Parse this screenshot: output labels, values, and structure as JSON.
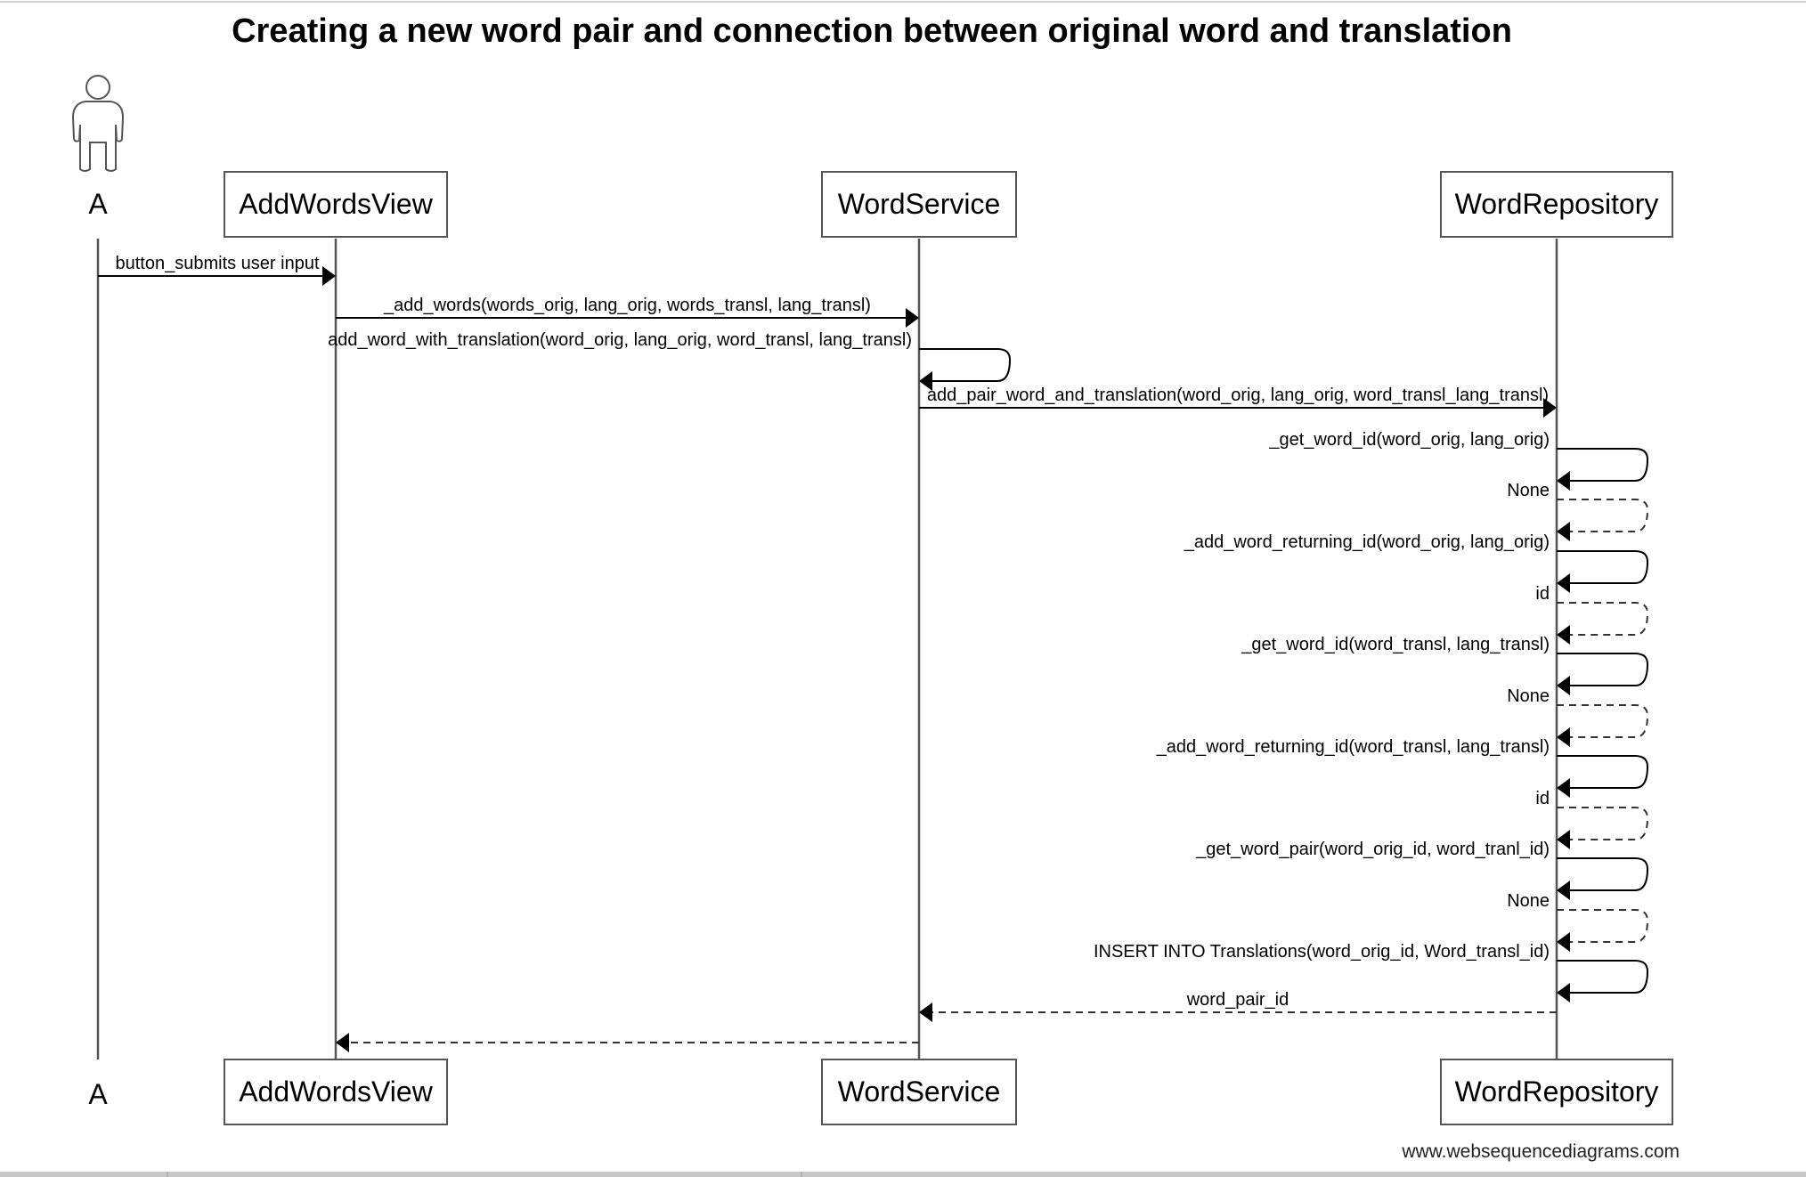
{
  "title": "Creating a new word pair and connection between original word and translation",
  "participants": [
    {
      "id": "A",
      "label": "A",
      "kind": "actor"
    },
    {
      "id": "view",
      "label": "AddWordsView",
      "kind": "box"
    },
    {
      "id": "service",
      "label": "WordService",
      "kind": "box"
    },
    {
      "id": "repo",
      "label": "WordRepository",
      "kind": "box"
    }
  ],
  "messages": [
    {
      "from": "A",
      "to": "view",
      "style": "solid",
      "label": "button_submits user input"
    },
    {
      "from": "view",
      "to": "service",
      "style": "solid",
      "label": "_add_words(words_orig, lang_orig, words_transl, lang_transl)"
    },
    {
      "from": "service",
      "to": "service",
      "style": "solid",
      "label": "add_word_with_translation(word_orig, lang_orig, word_transl, lang_transl)"
    },
    {
      "from": "service",
      "to": "repo",
      "style": "solid",
      "label": "add_pair_word_and_translation(word_orig, lang_orig, word_transl_lang_transl)"
    },
    {
      "from": "repo",
      "to": "repo",
      "style": "solid",
      "label": "_get_word_id(word_orig, lang_orig)"
    },
    {
      "from": "repo",
      "to": "repo",
      "style": "dashed",
      "label": "None"
    },
    {
      "from": "repo",
      "to": "repo",
      "style": "solid",
      "label": "_add_word_returning_id(word_orig, lang_orig)"
    },
    {
      "from": "repo",
      "to": "repo",
      "style": "dashed",
      "label": "id"
    },
    {
      "from": "repo",
      "to": "repo",
      "style": "solid",
      "label": "_get_word_id(word_transl, lang_transl)"
    },
    {
      "from": "repo",
      "to": "repo",
      "style": "dashed",
      "label": "None"
    },
    {
      "from": "repo",
      "to": "repo",
      "style": "solid",
      "label": "_add_word_returning_id(word_transl, lang_transl)"
    },
    {
      "from": "repo",
      "to": "repo",
      "style": "dashed",
      "label": "id"
    },
    {
      "from": "repo",
      "to": "repo",
      "style": "solid",
      "label": "_get_word_pair(word_orig_id, word_tranl_id)"
    },
    {
      "from": "repo",
      "to": "repo",
      "style": "dashed",
      "label": "None"
    },
    {
      "from": "repo",
      "to": "repo",
      "style": "solid",
      "label": "INSERT INTO Translations(word_orig_id, Word_transl_id)"
    },
    {
      "from": "repo",
      "to": "service",
      "style": "dashed",
      "label": "word_pair_id"
    },
    {
      "from": "service",
      "to": "view",
      "style": "dashed",
      "label": ""
    }
  ],
  "watermark": "www.websequencediagrams.com"
}
